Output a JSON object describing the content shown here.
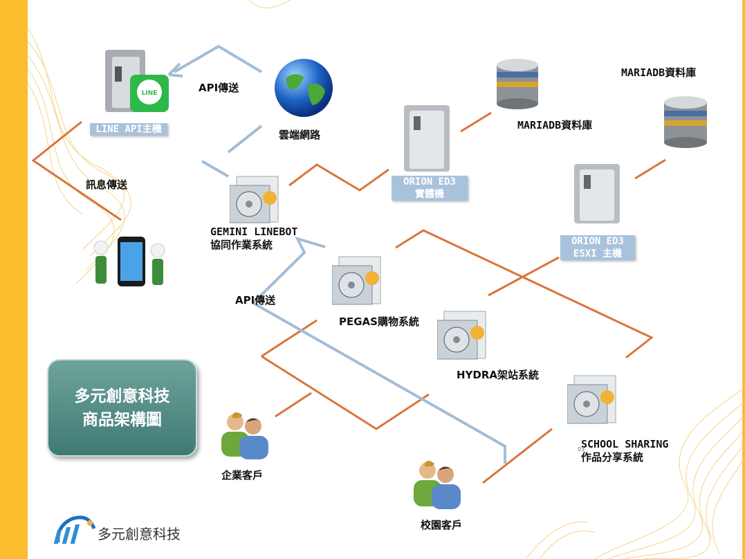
{
  "title_box": {
    "line1": "多元創意科技",
    "line2": "商品架構圖"
  },
  "labels": {
    "line_api_host": "LINE API主機",
    "api_send_top": "API傳送",
    "cloud_network": "雲端網路",
    "message_send": "訊息傳送",
    "gemini_line1": "GEMINI LINEBOT",
    "gemini_line2": "協同作業系統",
    "api_send_mid": "API傳送",
    "orion_physical_line1": "ORION ED3",
    "orion_physical_line2": "實體機",
    "mariadb_1": "MARIADB資料庫",
    "mariadb_2": "MARIADB資料庫",
    "orion_esxi_line1": "ORION ED3",
    "orion_esxi_line2": "ESXI 主機",
    "pegas": "PEGAS購物系統",
    "hydra": "HYDRA架站系統",
    "school_line1": "SCHOOL SHARING",
    "school_line2": "作品分享系統",
    "enterprise_client": "企業客戶",
    "campus_client": "校園客戶"
  },
  "slide_number": "03",
  "logo": {
    "text": "多元創意科技"
  },
  "colors": {
    "accent_yellow": "#fbbd2d",
    "line_orange": "#d9743a",
    "line_blue": "#a3bdd6",
    "title_box": "#4f8a82",
    "label_box": "#a8c2dc"
  }
}
